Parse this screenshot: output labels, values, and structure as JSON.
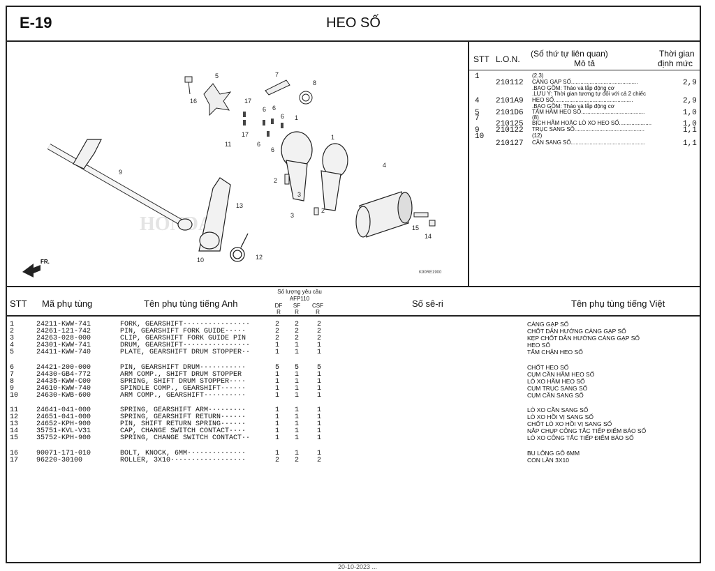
{
  "header": {
    "code": "E-19",
    "title": "HEO SỐ"
  },
  "diagram": {
    "callouts": [
      "5",
      "16",
      "7",
      "8",
      "17",
      "6",
      "6",
      "6",
      "1",
      "17",
      "6",
      "6",
      "1",
      "11",
      "9",
      "2",
      "3",
      "2",
      "4",
      "3",
      "15",
      "14",
      "13",
      "10",
      "12"
    ],
    "direction_label": "FR.",
    "watermark": "HONDA",
    "figure_code": "K90RE1900"
  },
  "labor": {
    "col_stt": "STT",
    "col_lon": "L.O.N.",
    "col_desc_1": "(Số thứ tự liên quan)",
    "col_desc_2": "Mô tả",
    "col_time_1": "Thời gian",
    "col_time_2": "định mức",
    "rows": [
      {
        "stt": "1",
        "lon": "",
        "desc": "(2.3)",
        "time": ""
      },
      {
        "stt": "",
        "lon": "210112",
        "desc": "CÀNG GẠP SỐ...........................................",
        "time": "2,9"
      },
      {
        "stt": "",
        "lon": "",
        "desc": ".BAO GỒM: Tháo và lắp động cơ",
        "time": ""
      },
      {
        "stt": "",
        "lon": "",
        "desc": ".LƯU Ý: Thời gian tương tự đối với cả 2 chiếc",
        "time": ""
      },
      {
        "stt": "4",
        "lon": "2101A9",
        "desc": "HEO SỐ...................................................",
        "time": "2,9"
      },
      {
        "stt": "",
        "lon": "",
        "desc": ".BAO GỒM: Tháo và lắp động cơ",
        "time": ""
      },
      {
        "stt": "5",
        "lon": "2101D6",
        "desc": "TẤM HÃM HEO SỐ.........................................",
        "time": "1,0"
      },
      {
        "stt": "7",
        "lon": "",
        "desc": "(8)",
        "time": ""
      },
      {
        "stt": "",
        "lon": "210125",
        "desc": "BỊCH HÃM HOẶC LÒ XO HEO SỐ.....................",
        "time": "1,0"
      },
      {
        "stt": "9",
        "lon": "210122",
        "desc": "TRỤC SANG SỐ.............................................",
        "time": "1,1"
      },
      {
        "stt": "10",
        "lon": "",
        "desc": "(12)",
        "time": ""
      },
      {
        "stt": "",
        "lon": "210127",
        "desc": "CẦN SANG SỐ................................................",
        "time": "1,1"
      }
    ]
  },
  "parts_header": {
    "stt": "STT",
    "part_no": "Mã phụ tùng",
    "name_en": "Tên phụ tùng tiếng Anh",
    "qty_title": "Số lượng yêu cầu",
    "model": "AFP110",
    "qty_cols": [
      "DF\nR",
      "SF\nR",
      "CSF\nR"
    ],
    "serial": "Số sê-ri",
    "name_vn": "Tên phụ tùng tiếng Việt"
  },
  "parts": [
    {
      "stt": "1",
      "no": "24211-KWW-741",
      "en": "FORK, GEARSHIFT················",
      "q": [
        "2",
        "2",
        "2"
      ],
      "vn": "CÀNG GẠP SỐ"
    },
    {
      "stt": "2",
      "no": "24261-121-742",
      "en": "PIN, GEARSHIFT FORK GUIDE·····",
      "q": [
        "2",
        "2",
        "2"
      ],
      "vn": "CHỐT DẪN HƯỚNG CÀNG GẠP SỐ"
    },
    {
      "stt": "3",
      "no": "24263-028-000",
      "en": "CLIP, GEARSHIFT FORK GUIDE PIN",
      "q": [
        "2",
        "2",
        "2"
      ],
      "vn": "KẸP CHỐT DẪN HƯỚNG CÀNG GẠP SỐ"
    },
    {
      "stt": "4",
      "no": "24301-KWW-741",
      "en": "DRUM, GEARSHIFT················",
      "q": [
        "1",
        "1",
        "1"
      ],
      "vn": "HEO SỐ"
    },
    {
      "stt": "5",
      "no": "24411-KWW-740",
      "en": "PLATE, GEARSHIFT DRUM STOPPER··",
      "q": [
        "1",
        "1",
        "1"
      ],
      "vn": "TẤM CHẶN HEO SỐ"
    },
    {
      "stt": "6",
      "no": "24421-200-000",
      "en": "PIN, GEARSHIFT DRUM···········",
      "q": [
        "5",
        "5",
        "5"
      ],
      "vn": "CHỐT HEO SỐ"
    },
    {
      "stt": "7",
      "no": "24430-GB4-772",
      "en": "ARM COMP., SHIFT DRUM STOPPER",
      "q": [
        "1",
        "1",
        "1"
      ],
      "vn": "CỤM CẦN HÃM HEO SỐ"
    },
    {
      "stt": "8",
      "no": "24435-KWW-C00",
      "en": "SPRING, SHIFT DRUM STOPPER····",
      "q": [
        "1",
        "1",
        "1"
      ],
      "vn": "LÒ XO HÃM HEO SỐ"
    },
    {
      "stt": "9",
      "no": "24610-KWW-740",
      "en": "SPINDLE COMP., GEARSHIFT······",
      "q": [
        "1",
        "1",
        "1"
      ],
      "vn": "CỤM TRỤC SANG SỐ"
    },
    {
      "stt": "10",
      "no": "24630-KWB-600",
      "en": "ARM COMP., GEARSHIFT··········",
      "q": [
        "1",
        "1",
        "1"
      ],
      "vn": "CỤM CẦN SANG SỐ"
    },
    {
      "stt": "11",
      "no": "24641-041-000",
      "en": "SPRING, GEARSHIFT ARM·········",
      "q": [
        "1",
        "1",
        "1"
      ],
      "vn": "LÒ XO CẦN SANG SỐ"
    },
    {
      "stt": "12",
      "no": "24651-041-000",
      "en": "SPRING, GEARSHIFT RETURN······",
      "q": [
        "1",
        "1",
        "1"
      ],
      "vn": "LÒ XO HỒI VỊ SANG SỐ"
    },
    {
      "stt": "13",
      "no": "24652-KPH-900",
      "en": "PIN, SHIFT RETURN SPRING······",
      "q": [
        "1",
        "1",
        "1"
      ],
      "vn": "CHỐT LÒ XO HỒI VỊ SANG SỐ"
    },
    {
      "stt": "14",
      "no": "35751-KVL-V31",
      "en": "CAP, CHANGE SWITCH CONTACT····",
      "q": [
        "1",
        "1",
        "1"
      ],
      "vn": "NẮP CHỤP CÔNG TẮC TIẾP ĐIỂM BÁO SỐ"
    },
    {
      "stt": "15",
      "no": "35752-KPH-900",
      "en": "SPRING, CHANGE SWITCH CONTACT··",
      "q": [
        "1",
        "1",
        "1"
      ],
      "vn": "LÒ XO CÔNG TẮC TIẾP ĐIỂM BÁO SỐ"
    },
    {
      "stt": "16",
      "no": "90071-171-010",
      "en": "BOLT, KNOCK, 6MM··············",
      "q": [
        "1",
        "1",
        "1"
      ],
      "vn": "BU LÔNG GÔ 6MM"
    },
    {
      "stt": "17",
      "no": "96220-30100",
      "en": "ROLLER, 3X10··················",
      "q": [
        "2",
        "2",
        "2"
      ],
      "vn": "CON LĂN 3X10"
    }
  ],
  "footer": "20-10-2023 ..."
}
